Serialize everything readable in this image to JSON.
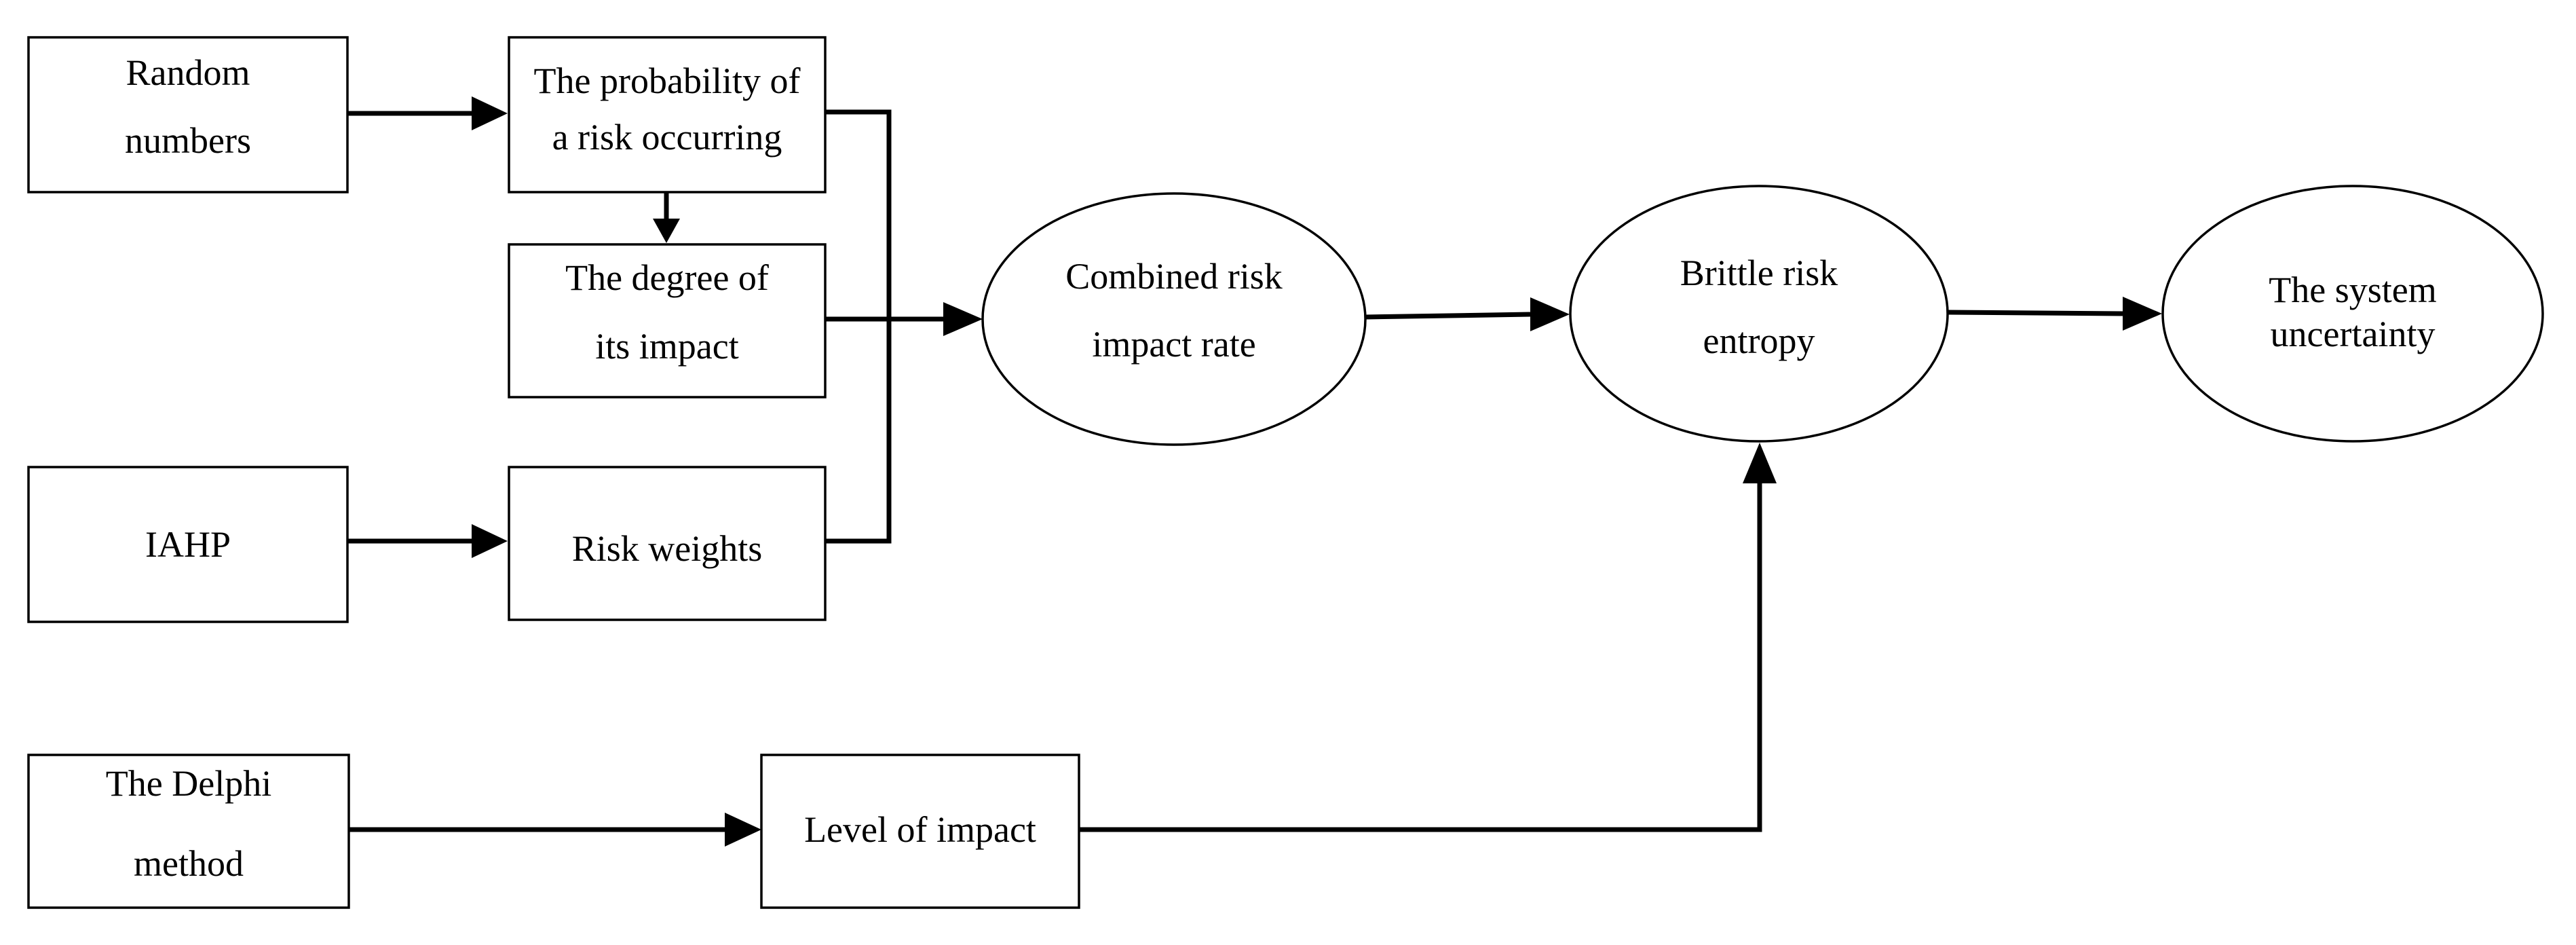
{
  "nodes": {
    "random_numbers": {
      "line1": "Random",
      "line2": "numbers"
    },
    "probability": {
      "line1": "The probability of",
      "line2": "a risk occurring"
    },
    "degree_of_impact": {
      "line1": "The degree of",
      "line2": "its impact"
    },
    "iahp": {
      "line1": "IAHP"
    },
    "risk_weights": {
      "line1": "Risk weights"
    },
    "delphi": {
      "line1": "The Delphi",
      "line2": "method"
    },
    "level_of_impact": {
      "line1": "Level of impact"
    },
    "combined_risk": {
      "line1": "Combined risk",
      "line2": "impact rate"
    },
    "brittle_risk": {
      "line1": "Brittle risk",
      "line2": "entropy"
    },
    "system_uncertainty": {
      "line1": "The system",
      "line2": "uncertainty"
    }
  },
  "edges": [
    {
      "from": "random_numbers",
      "to": "probability"
    },
    {
      "from": "probability",
      "to": "degree_of_impact"
    },
    {
      "from": "iahp",
      "to": "risk_weights"
    },
    {
      "from": "probability",
      "to": "combined_risk"
    },
    {
      "from": "degree_of_impact",
      "to": "combined_risk"
    },
    {
      "from": "risk_weights",
      "to": "combined_risk"
    },
    {
      "from": "combined_risk",
      "to": "brittle_risk"
    },
    {
      "from": "brittle_risk",
      "to": "system_uncertainty"
    },
    {
      "from": "delphi",
      "to": "level_of_impact"
    },
    {
      "from": "level_of_impact",
      "to": "brittle_risk"
    }
  ],
  "colors": {
    "stroke": "#000000",
    "fill": "#ffffff",
    "text": "#000000"
  }
}
